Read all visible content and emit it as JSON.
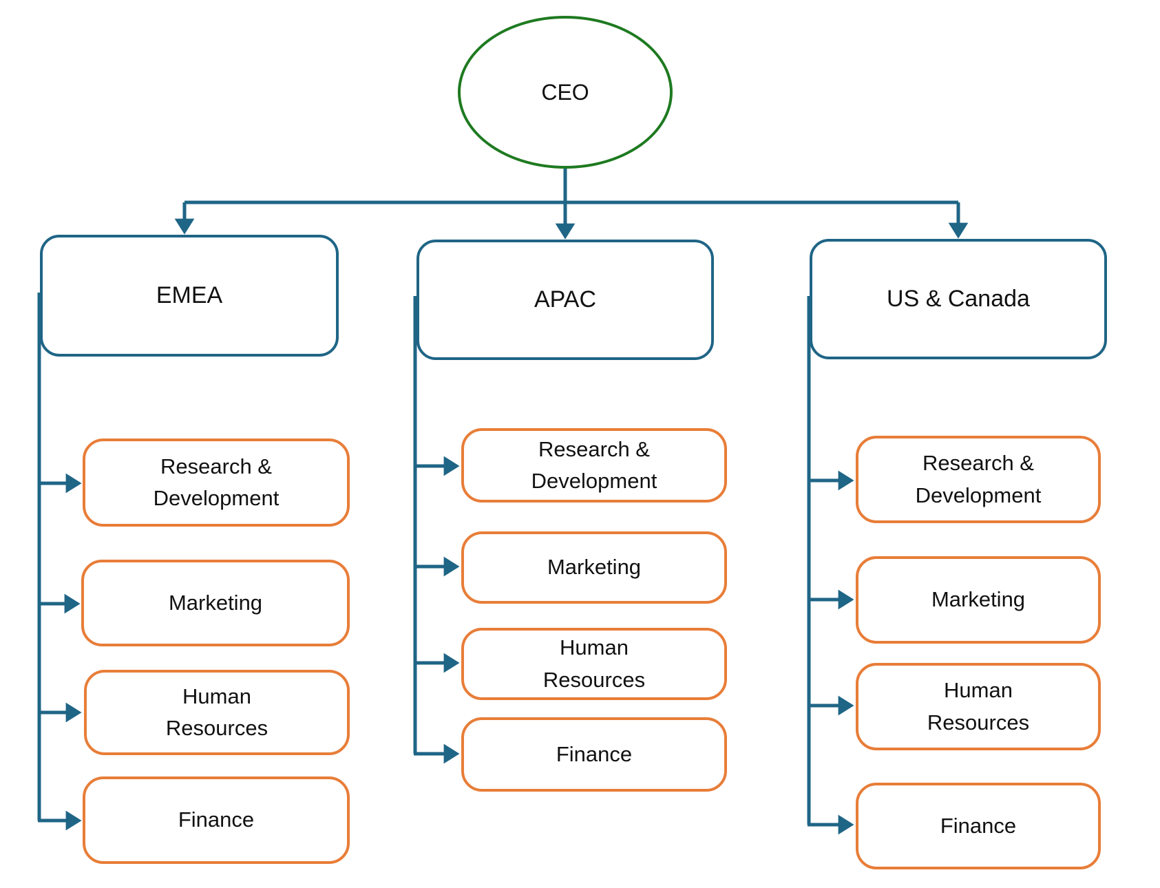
{
  "ceo": {
    "label": "CEO"
  },
  "columns": [
    {
      "label": "EMEA",
      "departments": [
        "Research &\nDevelopment",
        "Marketing",
        "Human\nResources",
        "Finance"
      ]
    },
    {
      "label": "APAC",
      "departments": [
        "Research &\nDevelopment",
        "Marketing",
        "Human\nResources",
        "Finance"
      ]
    },
    {
      "label": "US & Canada",
      "departments": [
        "Research &\nDevelopment",
        "Marketing",
        "Human\nResources",
        "Finance"
      ]
    }
  ],
  "colors": {
    "connector_color": "#1f6586",
    "region_border_color": "#1f6586",
    "dept_border_color": "#e87d38",
    "ceo_border_color": "#1e7a20",
    "text_color": "#111111",
    "bg_color": "#ffffff"
  }
}
